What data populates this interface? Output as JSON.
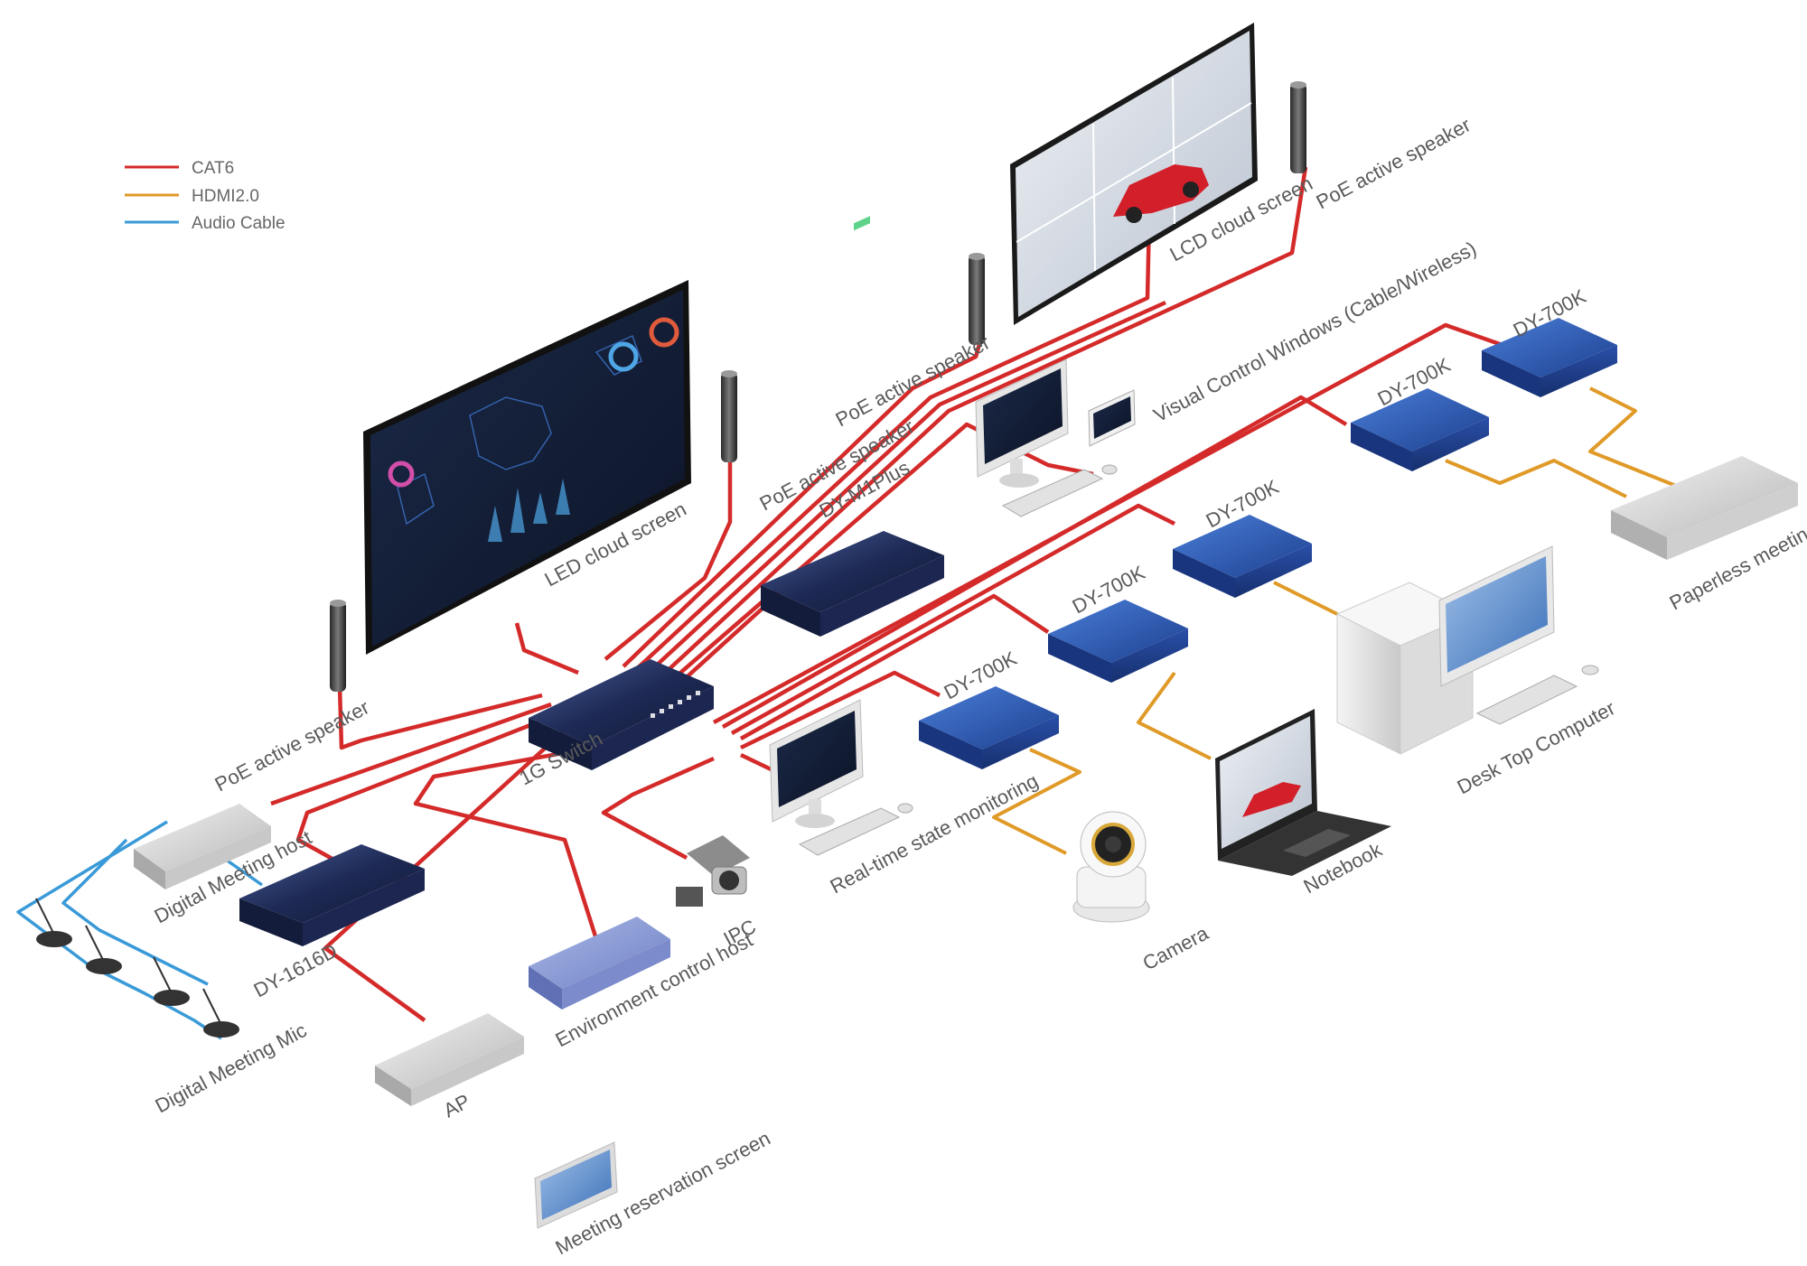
{
  "legend": {
    "items": [
      {
        "label": "CAT6",
        "color": "#d42a2a"
      },
      {
        "label": "HDMI2.0",
        "color": "#e09a28"
      },
      {
        "label": "Audio Cable",
        "color": "#3a9ad8"
      }
    ]
  },
  "labels": {
    "lcd_cloud_screen": "LCD cloud screen",
    "poe_speaker_top": "PoE active speaker",
    "visual_control": "Visual Control Windows (Cable/Wireless)",
    "poe_speaker_mid": "PoE active speaker",
    "poe_speaker_left": "PoE active speaker",
    "poe_speaker_bottom": "PoE active speaker",
    "led_cloud_screen": "LED cloud screen",
    "dy_m1plus": "DY-M1Plus",
    "dy700k_1": "DY-700K",
    "dy700k_2": "DY-700K",
    "dy700k_3": "DY-700K",
    "dy700k_4": "DY-700K",
    "dy700k_5": "DY-700K",
    "paperless_host": "Paperless meeting host",
    "desktop_computer": "Desk Top Computer",
    "notebook": "Notebook",
    "camera": "Camera",
    "realtime": "Real-time state monitoring",
    "switch_1g": "1G Switch",
    "ipc": "IPC",
    "env_host": "Environment control host",
    "digital_meeting_host": "Digital Meeting host",
    "dy1616d": "DY-1616D",
    "digital_meeting_mic": "Digital Meeting Mic",
    "ap": "AP",
    "meeting_reservation": "Meeting reservation screen"
  }
}
